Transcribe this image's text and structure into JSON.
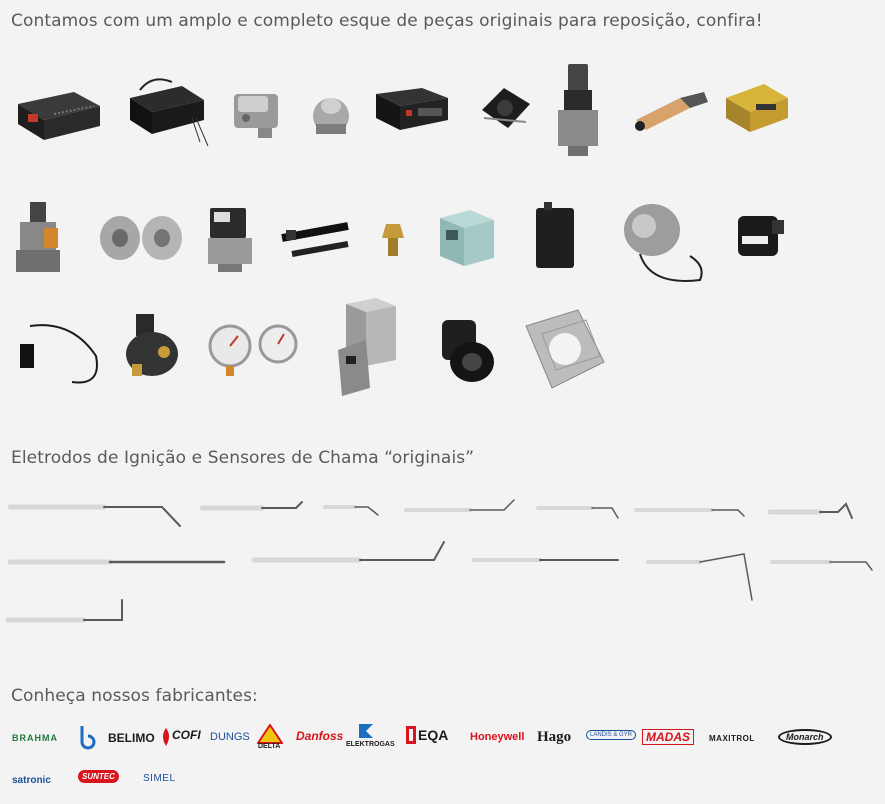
{
  "headings": {
    "parts": "Contamos com um amplo e completo esque de peças originais para reposição, confira!",
    "electrodes": "Eletrodos de Ignição e Sensores de Chama “originais”",
    "manufacturers": "Conheça nossos fabricantes:"
  },
  "manufacturers": [
    "BRAHMA",
    "BELIMO",
    "COFI",
    "DUNGS",
    "DELTA",
    "Danfoss",
    "ELEKTROGAS",
    "EQA",
    "Honeywell",
    "Hago",
    "LANDIS & GYR",
    "MADAS",
    "MAXITROL",
    "Monarch",
    "satronic",
    "SUNTEC",
    "SIMEL"
  ],
  "colors": {
    "background": "#f3f3f3",
    "heading": "#5a5a5a",
    "brand_red": "#d8141c",
    "brand_blue": "#1c4f9c",
    "brand_green": "#1d7a3a"
  }
}
